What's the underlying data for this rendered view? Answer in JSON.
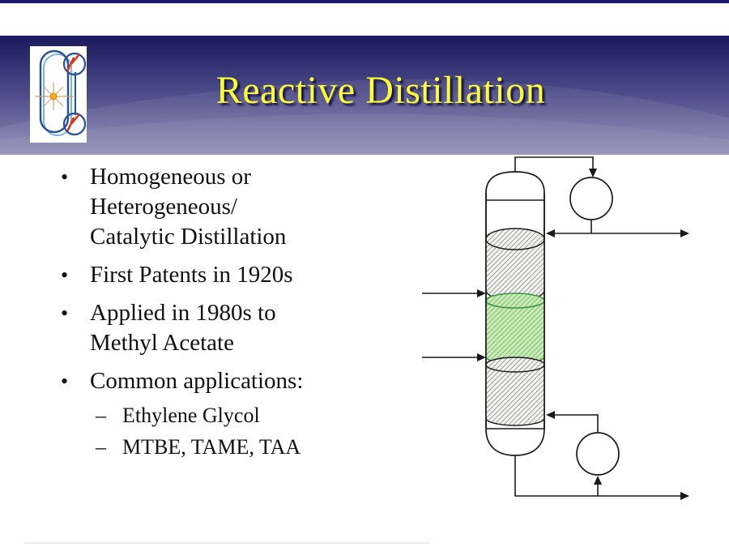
{
  "title": "Reactive Distillation",
  "content": {
    "bullet_marker": "•",
    "sub_marker": "–",
    "bullets": [
      {
        "lines": [
          "Homogeneous or",
          "Heterogeneous/",
          "Catalytic Distillation"
        ]
      },
      {
        "lines": [
          "First Patents in 1920s"
        ]
      },
      {
        "lines": [
          "Applied in 1980s to",
          "Methyl Acetate"
        ]
      },
      {
        "lines": [
          "Common applications:"
        ]
      }
    ],
    "sub_bullets": [
      {
        "lines": [
          "Ethylene Glycol"
        ]
      },
      {
        "lines": [
          "MTBE, TAME, TAA"
        ]
      }
    ]
  },
  "diagram": {
    "parts": [
      "distillation-column",
      "condenser-circle",
      "reboiler-circle",
      "top-packing-gray",
      "reactive-packing-green",
      "bottom-packing-gray",
      "overhead-vapor-line",
      "reflux-distillate-line",
      "upper-feed-arrow",
      "lower-feed-arrow",
      "boilup-return-line",
      "bottoms-product-line"
    ]
  },
  "logo": {
    "icon": "distillation-column-logo-icon"
  },
  "colors": {
    "navy_strip": "#1b1b66",
    "banner_top": "#1c1c5f",
    "banner_mid": "#4e4d8a",
    "banner_bottom": "#8d8bb5",
    "title_color": "#ffff2e",
    "title_shadow": "#14144a",
    "text_color": "#111111",
    "line": "#1a1a1a",
    "gray_fill": "#f4f4f2",
    "gray_hatch": "#9b9b97",
    "green_fill": "#cfe9bf",
    "green_hatch": "#84c96e",
    "green_stroke": "#3a9440",
    "logo_blue": "#24509e",
    "logo_blue_light": "#7fb2d9",
    "logo_red": "#e03315",
    "logo_gold": "#c9a35f",
    "logo_orange": "#f0a81e"
  }
}
